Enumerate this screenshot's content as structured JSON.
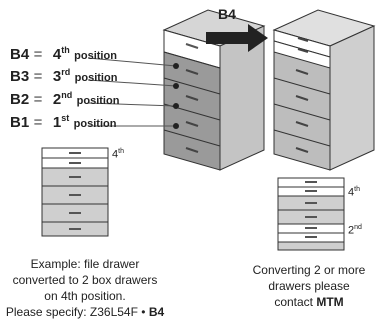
{
  "legend": [
    {
      "code": "B4",
      "ord": "4",
      "suffix": "th",
      "word": "position"
    },
    {
      "code": "B3",
      "ord": "3",
      "suffix": "rd",
      "word": "position"
    },
    {
      "code": "B2",
      "ord": "2",
      "suffix": "nd",
      "word": "position"
    },
    {
      "code": "B1",
      "ord": "1",
      "suffix": "st",
      "word": "position"
    }
  ],
  "equals": "=",
  "arrow_label": "B4",
  "small_left": {
    "ord": "4",
    "suffix": "th"
  },
  "small_right": [
    {
      "ord": "4",
      "suffix": "th"
    },
    {
      "ord": "2",
      "suffix": "nd"
    }
  ],
  "caption_left": {
    "line1": "Example: file drawer",
    "line2": "converted to 2 box drawers",
    "line3": "on 4th position.",
    "line4_prefix": "Please specify: Z36L54F",
    "bullet": "•",
    "line4_bold": "B4"
  },
  "caption_right": {
    "line1": "Converting 2 or more",
    "line2": "drawers please",
    "line3_prefix": "contact",
    "line3_bold": "MTM"
  }
}
